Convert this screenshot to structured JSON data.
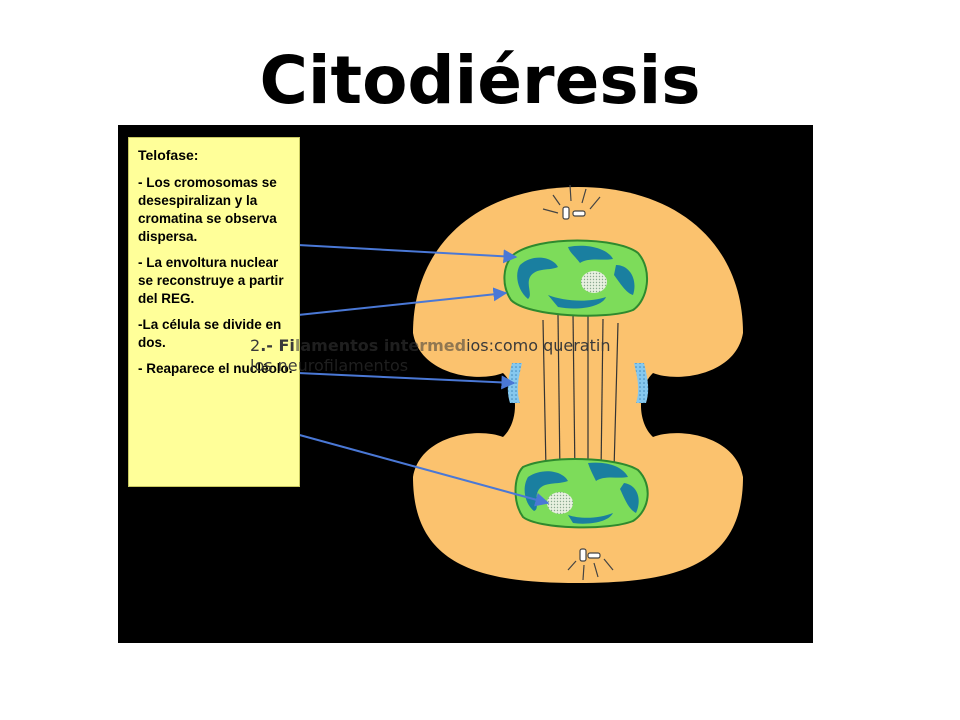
{
  "title": "Citodiéresis",
  "telofase": {
    "heading": "Telofase:",
    "items": [
      "- Los cromosomas se desespiralizan y la cromatina se observa  dispersa.",
      "- La envoltura nuclear se reconstruye a partir del REG.",
      "-La célula se divide en dos.",
      "- Reaparece el nucléolo."
    ]
  },
  "overlay": {
    "prefix": "2",
    "bold": ".- Fi",
    "hidden1": "lamentos intermed",
    "mid": "ios:como queratin",
    "line2a": "los ne",
    "line2b": "urofilamentos"
  },
  "colors": {
    "figure_background": "#000000",
    "cytoplasm": "#fbc26e",
    "nucleus": "#7ddc5a",
    "chromatin": "#1a7fa0",
    "nucleolus": "#e8f0e0",
    "arrow": "#4a78d6",
    "cleavage": "#86c8ee",
    "label_box": "#ffff99"
  }
}
